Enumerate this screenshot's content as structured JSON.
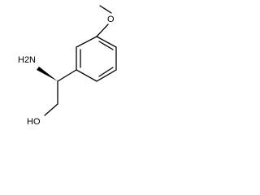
{
  "molecule": {
    "atoms": {
      "methoxy_oxygen": "O",
      "amine": "H2N",
      "hydroxyl": "HO"
    }
  },
  "colors": {
    "bond": "#000000",
    "text": "#000000",
    "background": "#ffffff"
  }
}
